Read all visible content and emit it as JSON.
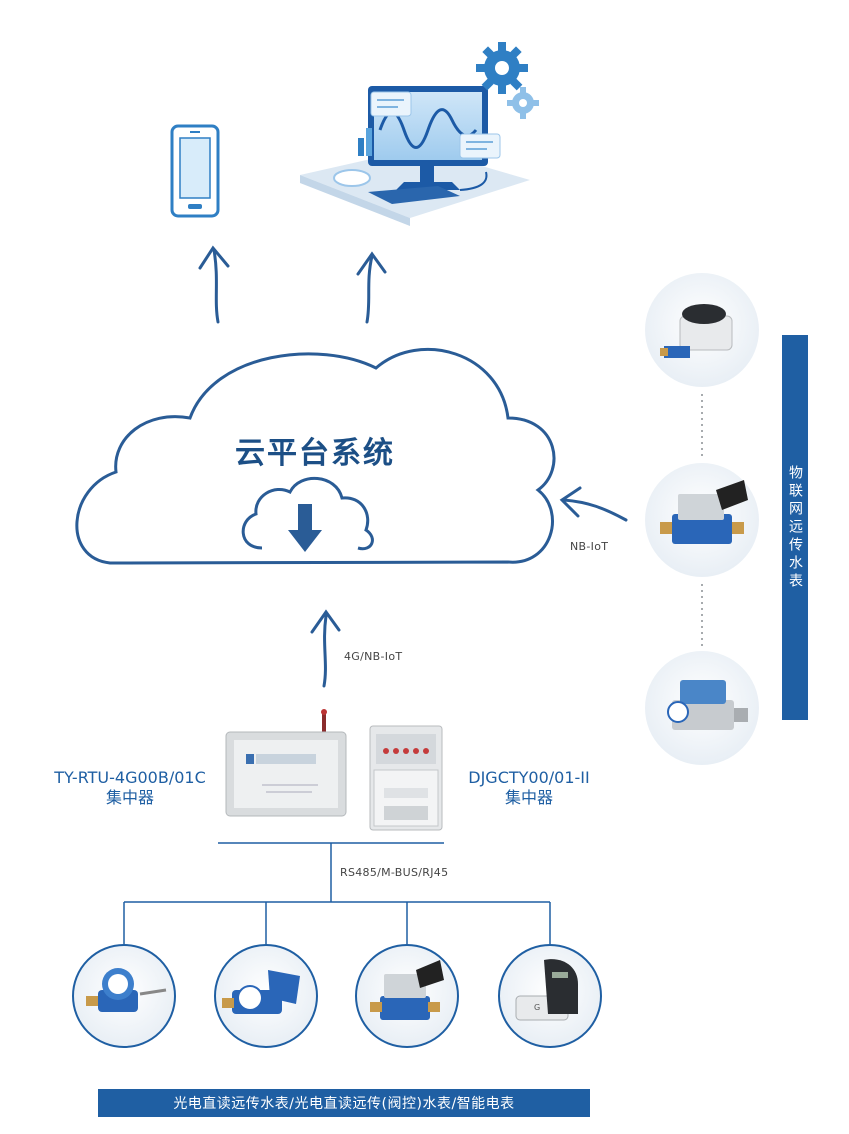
{
  "cloud": {
    "title": "云平台系统"
  },
  "links": {
    "top": "4G/NB-IoT",
    "side": "NB-IoT",
    "bus": "RS485/M-BUS/RJ45"
  },
  "concentrators": [
    {
      "model": "TY-RTU-4G00B/01C",
      "type": "集中器"
    },
    {
      "model": "DJGCTY00/01-II",
      "type": "集中器"
    }
  ],
  "iot_meters_label": "物联网远传水表",
  "bottom_label": "光电直读远传水表/光电直读远传(阀控)水表/智能电表",
  "icons": [
    "phone-icon",
    "computer-icon",
    "gear-icon",
    "cloud-download-icon"
  ],
  "colors": {
    "brand": "#1f5fa3",
    "arrow": "#2a5c96",
    "cloud_stroke": "#2a5c96"
  }
}
